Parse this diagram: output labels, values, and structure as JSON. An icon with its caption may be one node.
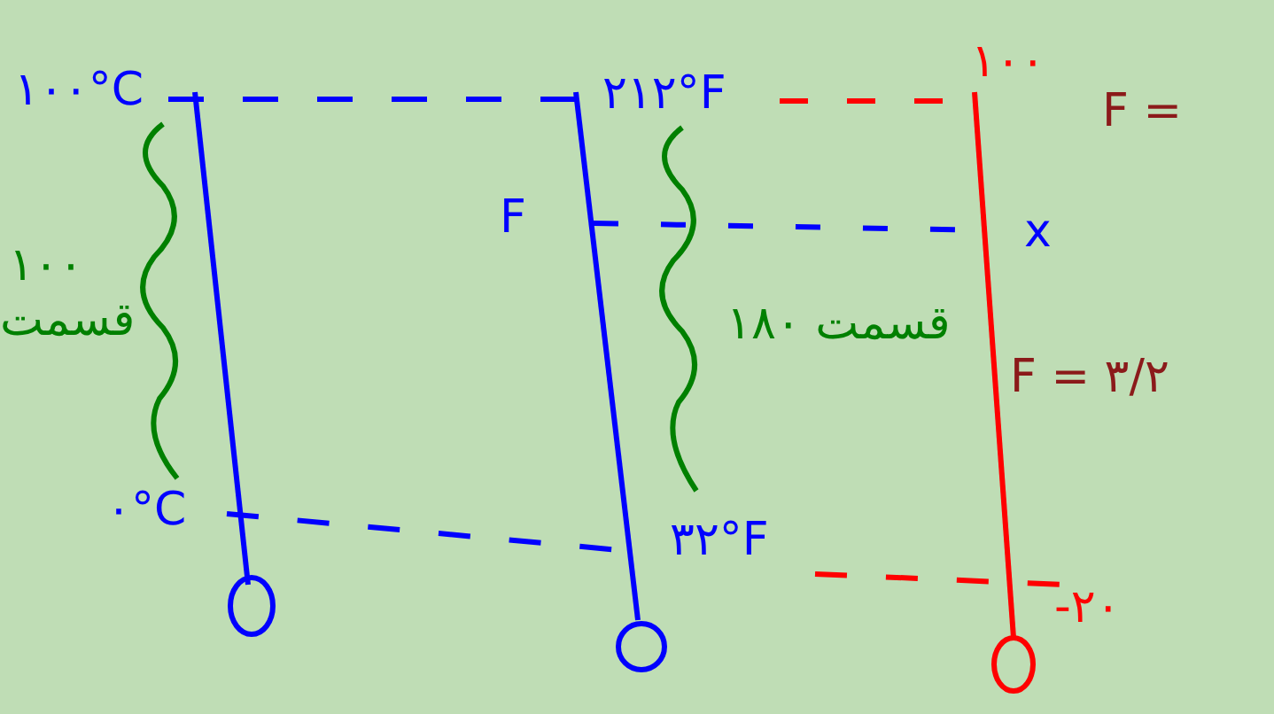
{
  "diagram": {
    "labels": [
      "۱۰۰°C",
      "۲۱۲°F",
      "۱۰۰",
      "F =",
      "F",
      "x",
      "۱۰۰ قسمت",
      "۱۸۰ قسمت",
      "F = ۳/۲",
      "۰°C",
      "۳۲°F",
      "-۲۰"
    ]
  }
}
